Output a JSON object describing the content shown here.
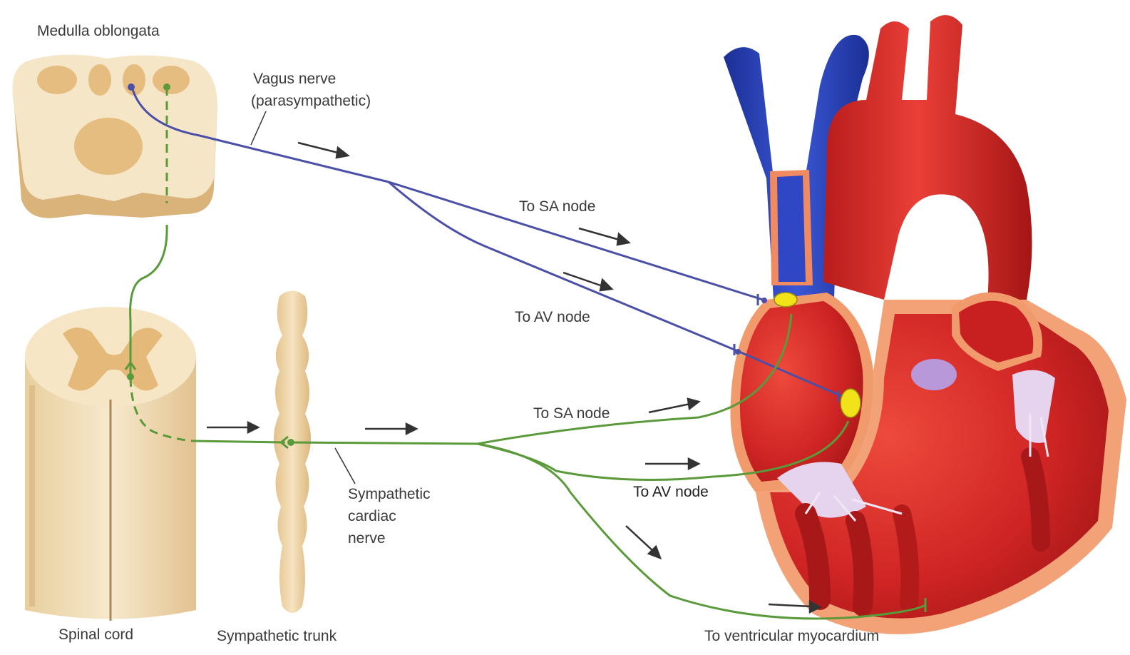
{
  "labels": {
    "medulla": "Medulla oblongata",
    "vagus_line1": "Vagus nerve",
    "vagus_line2": "(parasympathetic)",
    "to_sa_vagus": "To SA node",
    "to_av_vagus": "To AV node",
    "to_sa_symp": "To SA node",
    "to_av_symp": "To AV node",
    "symp_cardiac_1": "Sympathetic",
    "symp_cardiac_2": "cardiac",
    "symp_cardiac_3": "nerve",
    "spinal_cord": "Spinal cord",
    "symp_trunk": "Sympathetic trunk",
    "to_ventricular": "To ventricular myocardium"
  },
  "colors": {
    "parasympathetic": "#4a4fa8",
    "sympathetic": "#5a9a3a",
    "tissue_cream": "#f3e2c4",
    "gray_matter": "#e4b97a",
    "heart_red": "#d42a2a",
    "vein_blue": "#2b43b8",
    "node_yellow": "#f2e21a",
    "arrow": "#333333"
  }
}
